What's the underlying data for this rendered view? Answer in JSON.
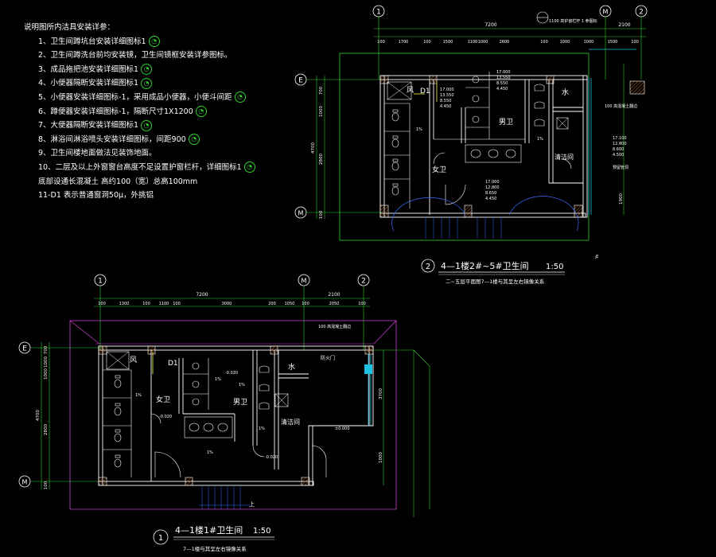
{
  "notes": {
    "title": "说明图所内洁具安装详参：",
    "items": [
      "1、卫生间蹲坑台安装详细图标1",
      "2、卫生间蹲洗台前均安装镜，卫生间镜框安装详参图标。",
      "3、成品拖把池安装详细图标1",
      "4、小便器隔断安装详细图标1",
      "5、小便器安装详细图标-1，采用成品小便器，小便斗间距",
      "6、蹲便器安装详细图标-1，隔断尺寸1X1200",
      "7、大便器隔断安装详细图标1",
      "8、淋浴间淋浴喷头安装详细图标，间距900",
      "9、卫生间楼地面做法见装饰地面。",
      "10、二层及以上外窗窗台高度不足设置护窗栏杆，详细图标1",
      "底部设通长混凝土 高约100（宽）总高100mm",
      "11-D1 表示普通窗洞50μ，外挑铝"
    ]
  },
  "plan_top": {
    "axis_labels": [
      "1",
      "M",
      "2",
      "E",
      "M"
    ],
    "dims_total": [
      "7200",
      "2100"
    ],
    "dims_segments": [
      "100",
      "1700",
      "100",
      "1500",
      "1100",
      "1000",
      "2600",
      "100",
      "1000",
      "1000",
      "1500",
      "100"
    ],
    "dims_left": [
      "4700",
      "2800",
      "1000",
      "700",
      "100"
    ],
    "dims_right": [
      "1900"
    ],
    "room_labels": [
      "女卫",
      "男卫",
      "清洁间",
      "风",
      "水"
    ],
    "window_tag": "D1",
    "elevations_left": [
      "17.000",
      "13.550",
      "8.550",
      "4.450"
    ],
    "elevations_mid": [
      "17.000",
      "13.550",
      "8.550",
      "4.450"
    ],
    "elevations_bottom": [
      "17.000",
      "12.800",
      "8.650",
      "4.450"
    ],
    "elevations_right": [
      "17.100",
      "12.800",
      "8.600",
      "4.500"
    ],
    "note_top": "1100 高护窗栏杆 1 参图标",
    "note_right1": "100 高混凝土翻边",
    "note_right2": "预留管洞",
    "slope_labels": [
      "1%",
      "1%"
    ],
    "title": "4—1楼2#~5#卫生间",
    "scale": "1:50",
    "number": "2",
    "subtitle": "二~五层平面图7—1楼与其呈左右镜像关系",
    "small_note": "Yo"
  },
  "plan_bottom": {
    "axis_labels": [
      "1",
      "M",
      "2",
      "E",
      "M"
    ],
    "dims_total": [
      "7200",
      "2100"
    ],
    "dims_segments": [
      "100",
      "1300",
      "100",
      "1100",
      "100",
      "3000",
      "200",
      "1050",
      "100",
      "2050",
      "100"
    ],
    "dims_left": [
      "4700",
      "2800",
      "1000",
      "1000",
      "700",
      "100"
    ],
    "dims_right": [
      "3700",
      "1000"
    ],
    "room_labels": [
      "女卫",
      "男卫",
      "清洁间",
      "风",
      "水",
      "防火门"
    ],
    "window_tag": "D1",
    "levels": [
      "-0.020",
      "-0.020",
      "-0.020",
      "±0.000"
    ],
    "note_top": "100 高混凝土翻边",
    "slope_labels": [
      "1%",
      "1%",
      "1%",
      "1%",
      "1%"
    ],
    "stair_label": "上",
    "title": "4—1楼1#卫生间",
    "scale": "1:50",
    "number": "1",
    "subtitle": "7—1楼与其呈左右镜像关系"
  },
  "colors": {
    "wall": "#ffffff",
    "dimension": "#2fd02f",
    "axis": "#ffffff",
    "fixture": "#ffffff",
    "boundary": "#d040d0",
    "outline": "#2fd02f",
    "cyan": "#20c0e0",
    "yellow": "#e0e040",
    "hatch": "#c06a1a"
  }
}
